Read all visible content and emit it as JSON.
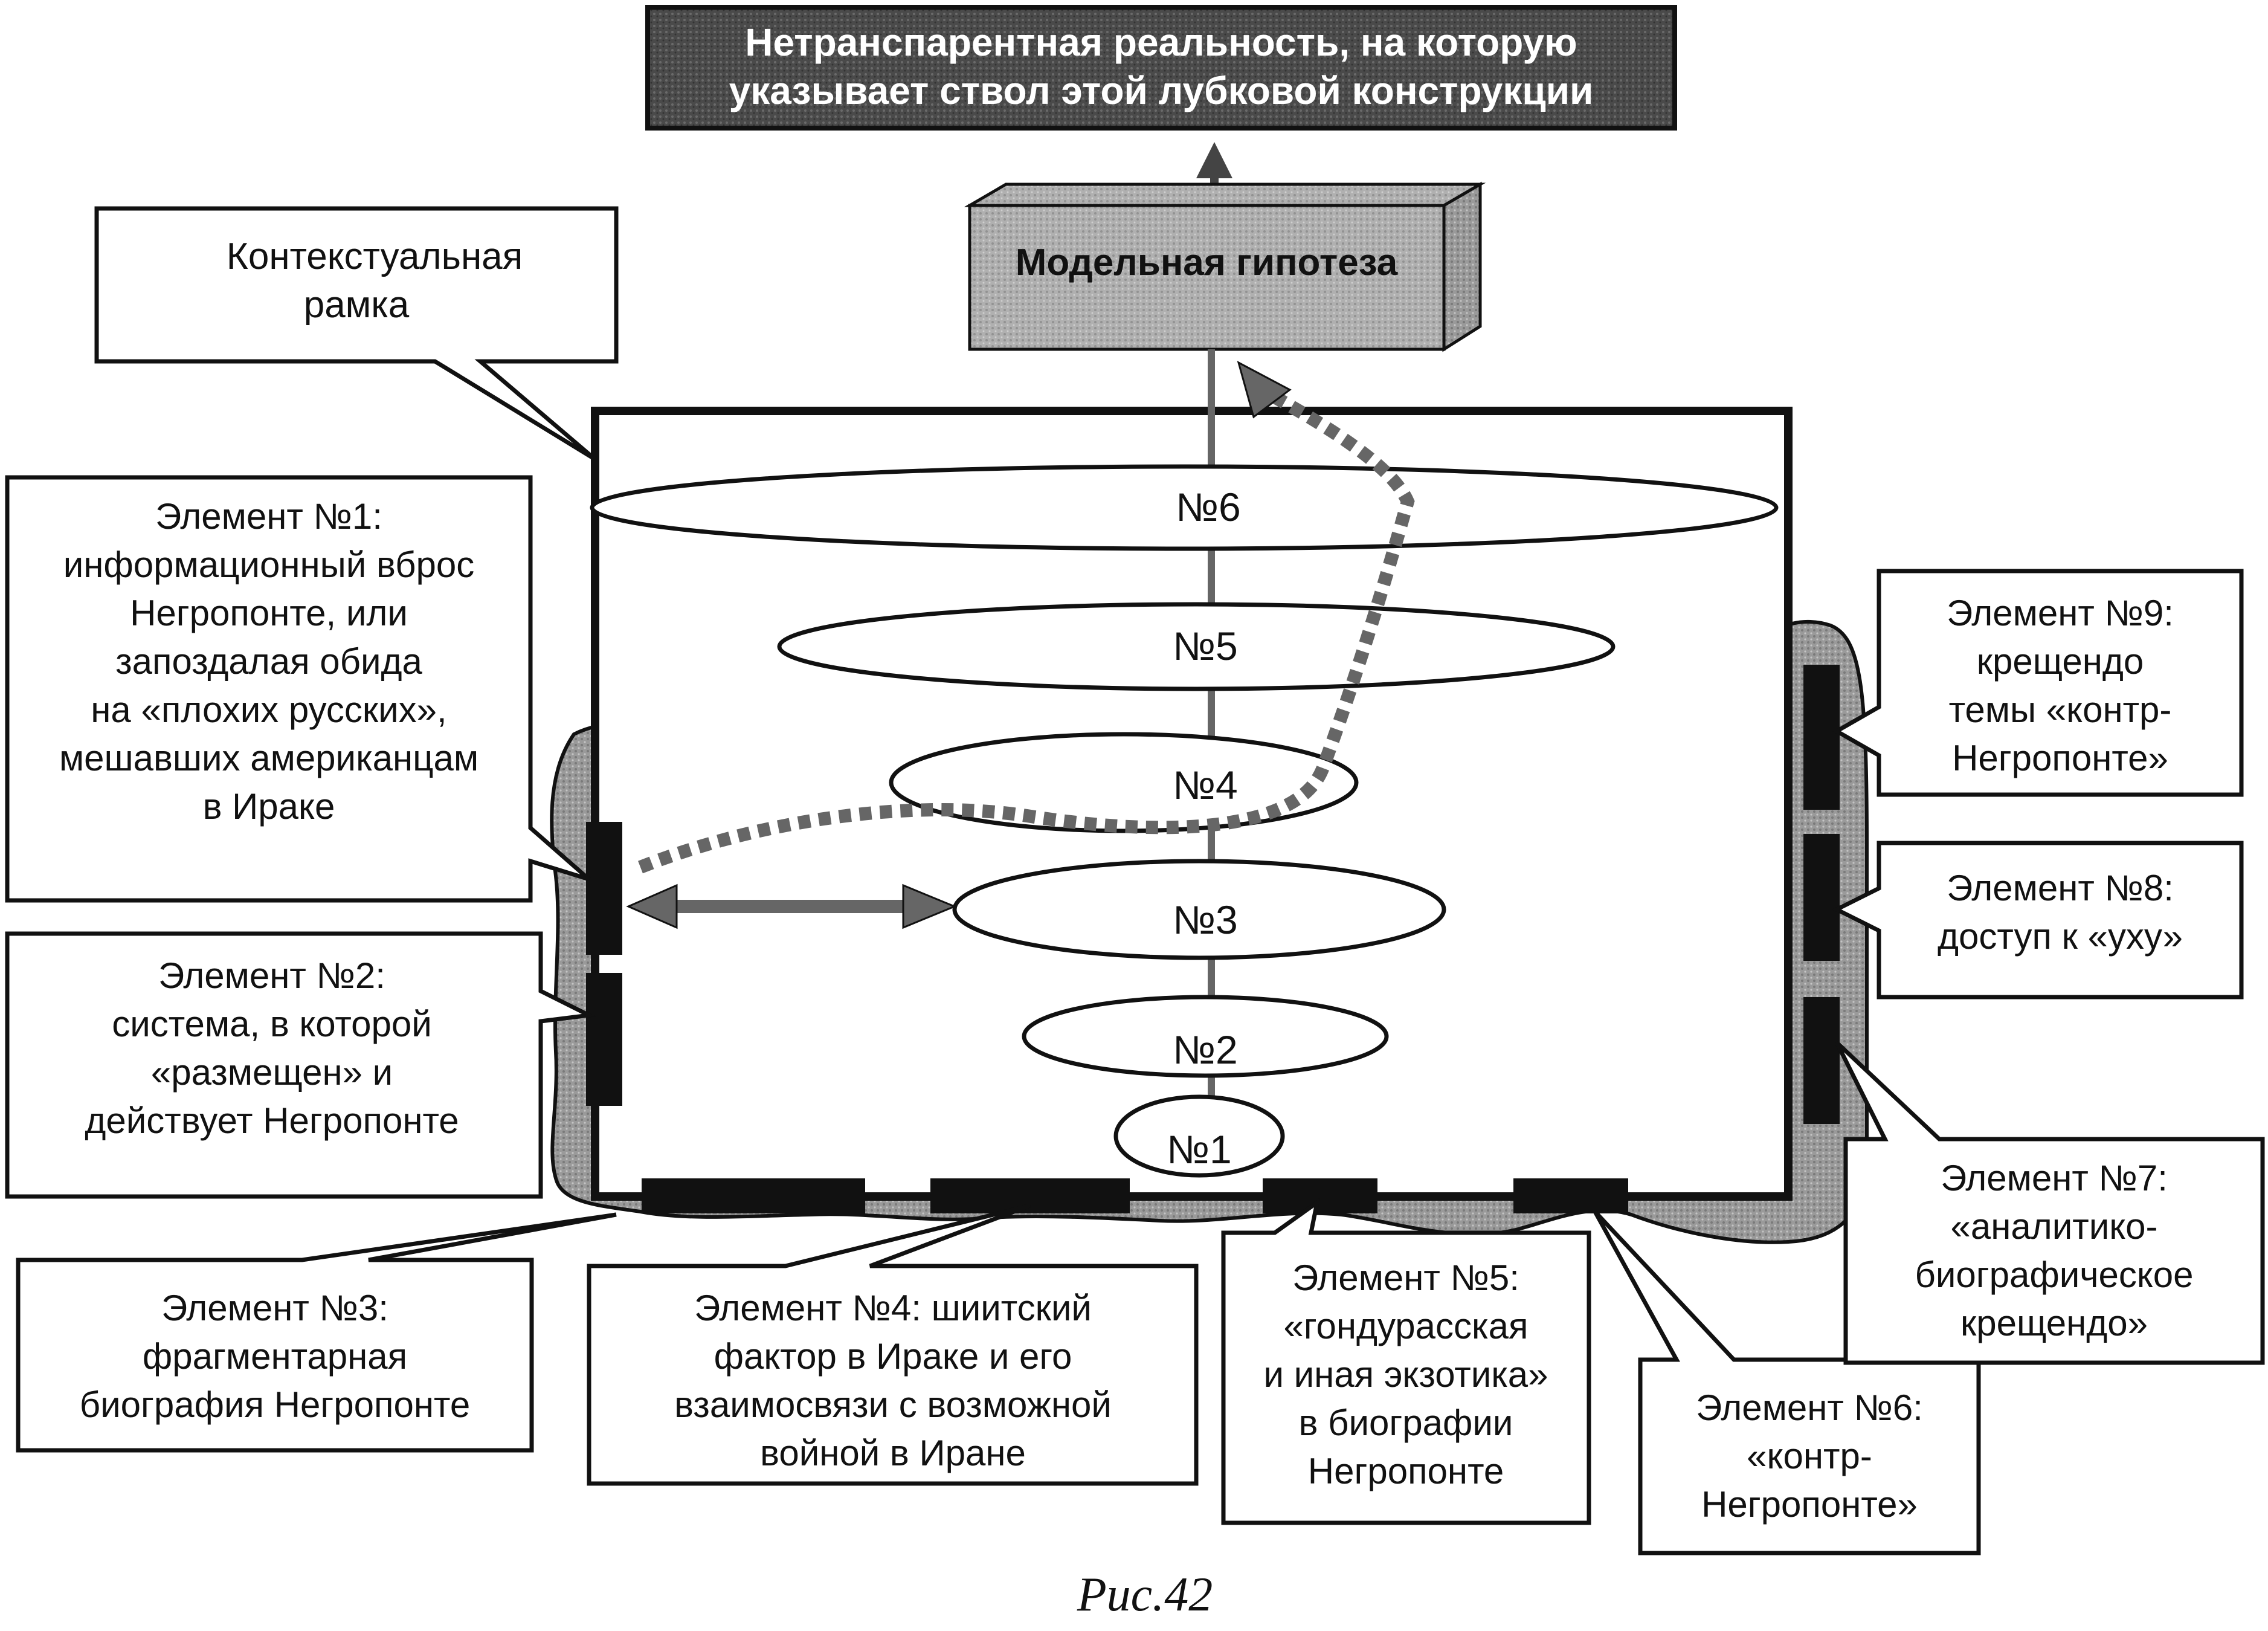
{
  "target": {
    "lines": [
      "Нетранспарентная реальность, на которую",
      "указывает ствол этой лубковой конструкции"
    ]
  },
  "hypothesis": {
    "label": "Модельная гипотеза"
  },
  "context": {
    "lines": [
      "Контекстуальная",
      "рамка"
    ]
  },
  "ellipses": {
    "n6": "№6",
    "n5": "№5",
    "n4": "№4",
    "n3": "№3",
    "n2": "№2",
    "n1": "№1"
  },
  "elements": {
    "e1": [
      "Элемент №1:",
      "информационный вброс",
      "Негропонте, или",
      "запоздалая обида",
      "на «плохих русских»,",
      "мешавших американцам",
      "в Ираке"
    ],
    "e2": [
      "Элемент №2:",
      "система, в которой",
      "«размещен» и",
      "действует Негропонте"
    ],
    "e3": [
      "Элемент №3:",
      "фрагментарная",
      "биография Негропонте"
    ],
    "e4": [
      "Элемент №4: шиитский",
      "фактор в Ираке и его",
      "взаимосвязи с возможной",
      "войной в Иране"
    ],
    "e5": [
      "Элемент №5:",
      "«гондурасская",
      "и иная экзотика»",
      "в биографии",
      "Негропонте"
    ],
    "e6": [
      "Элемент №6:",
      "«контр-",
      "Негропонте»"
    ],
    "e7": [
      "Элемент №7:",
      "«аналитико-",
      "биографическое",
      "крещендо»"
    ],
    "e8": [
      "Элемент №8:",
      "доступ к «уху»"
    ],
    "e9": [
      "Элемент №9:",
      "крещендо",
      "темы «контр-",
      "Негропонте»"
    ]
  },
  "caption": "Рис.42",
  "colors": {
    "target_bg": "#4a4a4a",
    "blob": "#9a9a9a",
    "hypothesis": "#a8a8a8",
    "arrow": "#666666"
  }
}
